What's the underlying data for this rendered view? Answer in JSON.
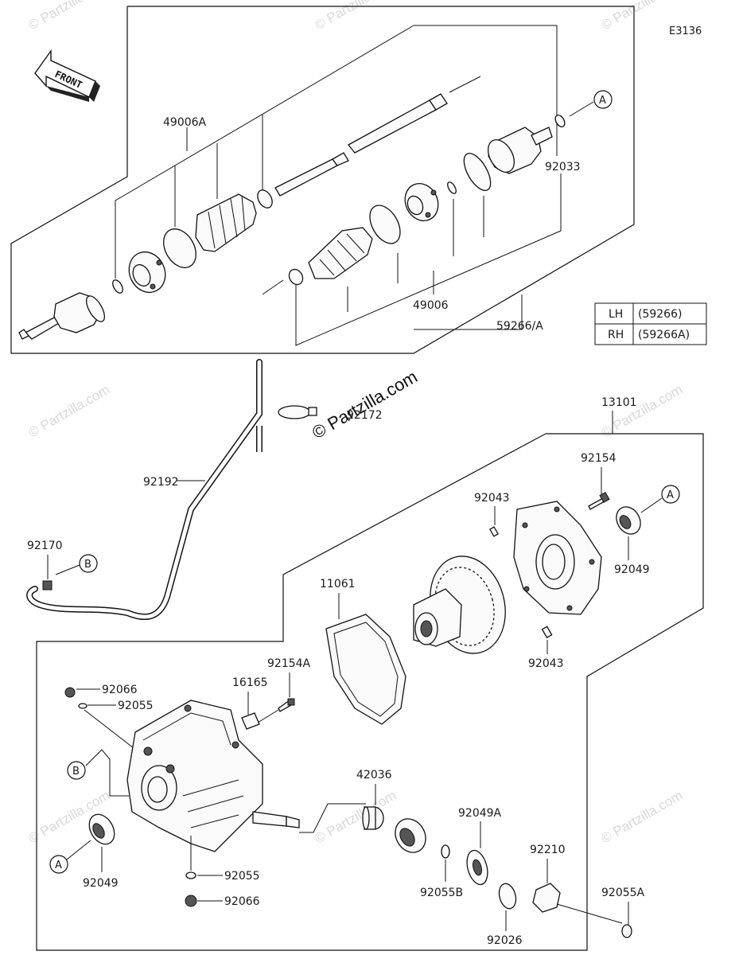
{
  "diagram": {
    "code": "E3136",
    "front_label": "FRONT",
    "watermark": "© Partzilla.com",
    "variant_table": [
      {
        "side": "LH",
        "part": "(59266)"
      },
      {
        "side": "RH",
        "part": "(59266A)"
      }
    ],
    "callouts": {
      "A": "A",
      "B": "B"
    },
    "parts": {
      "p49006A": "49006A",
      "p92033": "92033",
      "p49006": "49006",
      "p59266A": "59266/A",
      "p13101": "13101",
      "p92154": "92154",
      "p92043_top": "92043",
      "p92049_right": "92049",
      "p92043_bot": "92043",
      "p92192": "92192",
      "p92170": "92170",
      "p92172": "92172",
      "p11061": "11061",
      "p92154A": "92154A",
      "p16165": "16165",
      "p92066_top": "92066",
      "p92055_top": "92055",
      "p42036": "42036",
      "p92049A": "92049A",
      "p92210": "92210",
      "p92055A": "92055A",
      "p92055B": "92055B",
      "p92026": "92026",
      "p92049_left": "92049",
      "p92055_bot": "92055",
      "p92066_bot": "92066"
    }
  }
}
